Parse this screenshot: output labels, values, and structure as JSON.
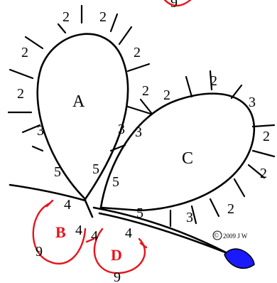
{
  "regions": {
    "a": "A",
    "b": "B",
    "c": "C",
    "d": "D"
  },
  "copyright": {
    "symbol": "©",
    "text": "2009 J W"
  },
  "labels": {
    "top_partial": "9",
    "a_top_left": "2",
    "a_top_right": "2",
    "a_left_upper": "2",
    "a_right_upper": "2",
    "a_left_lower": "2",
    "a_right_lower": "2",
    "a_left_three": "3",
    "a_right_three": "3",
    "a_five_left": "5",
    "a_five_right": "5",
    "c_left_two": "2",
    "c_top_two": "2",
    "c_right_three": "3",
    "c_right_two_upper": "2",
    "c_right_two_lower": "2",
    "c_bottom_two": "2",
    "c_bottom_three": "3",
    "c_left_three": "3",
    "c_left_five": "5",
    "c_bottom_five": "5",
    "b_four_top": "4",
    "b_four_right": "4",
    "b_nine": "9",
    "d_four_left": "4",
    "d_four_right": "4",
    "d_nine": "9"
  },
  "colors": {
    "line": "#000000",
    "red": "#e8141a",
    "leaf": "#1a1aff"
  }
}
